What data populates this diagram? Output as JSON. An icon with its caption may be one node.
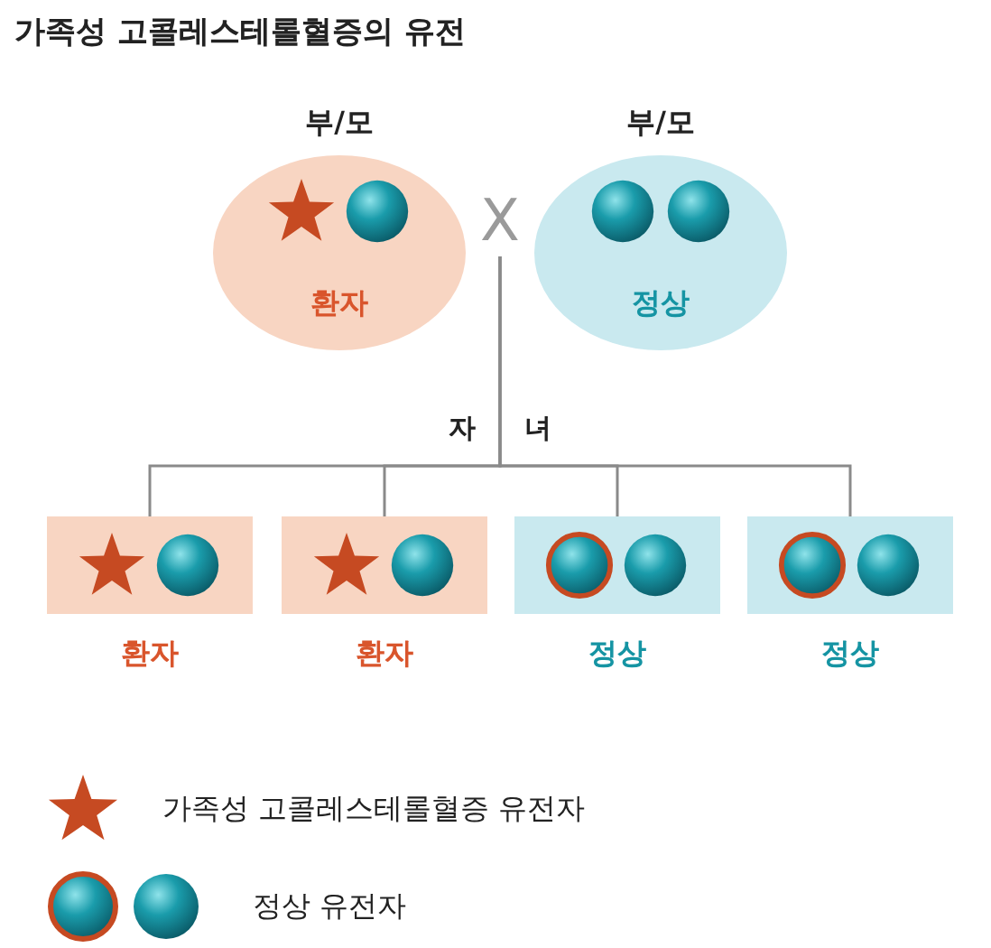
{
  "diagram": {
    "title": "가족성 고콜레스테롤혈증의 유전",
    "nodes": [
      {
        "text": [
          "부/모",
          "환자"
        ]
      },
      {
        "text": [
          "부/모",
          "정상"
        ]
      },
      {
        "text": [
          "X"
        ]
      },
      {
        "text": [
          "환자"
        ]
      },
      {
        "text": [
          "환자"
        ]
      },
      {
        "text": [
          "정상"
        ]
      },
      {
        "text": [
          "정상"
        ]
      }
    ],
    "edges": [
      {
        "from": 2,
        "to": 3,
        "arrow": "none",
        "label": "자 녀"
      },
      {
        "from": 2,
        "to": 4,
        "arrow": "none"
      },
      {
        "from": 2,
        "to": 5,
        "arrow": "none"
      },
      {
        "from": 2,
        "to": 6,
        "arrow": "none"
      }
    ],
    "legend": [
      {
        "text": "가족성 고콜레스테롤혈증 유전자"
      },
      {
        "text": "정상 유전자"
      }
    ]
  }
}
